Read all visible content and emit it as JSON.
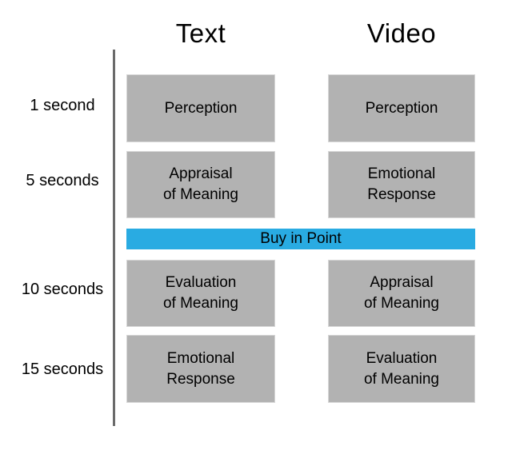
{
  "columns": [
    {
      "id": "text",
      "title": "Text"
    },
    {
      "id": "video",
      "title": "Video"
    }
  ],
  "rows": [
    {
      "time_label": "1 second",
      "text_stage": "Perception",
      "video_stage": "Perception"
    },
    {
      "time_label": "5 seconds",
      "text_stage": "Appraisal\nof Meaning",
      "video_stage": "Emotional\nResponse"
    },
    {
      "time_label": "10 seconds",
      "text_stage": "Evaluation\nof Meaning",
      "video_stage": "Appraisal\nof Meaning"
    },
    {
      "time_label": "15 seconds",
      "text_stage": "Emotional\nResponse",
      "video_stage": "Evaluation\nof Meaning"
    }
  ],
  "buy_in_bar": {
    "label": "Buy in Point"
  },
  "colors": {
    "buyin_fill": "#29abe2",
    "box_fill": "#b2b2b2",
    "box_border": "#d6d6d6",
    "axis_line": "#6a6a6a",
    "text": "#000000"
  }
}
